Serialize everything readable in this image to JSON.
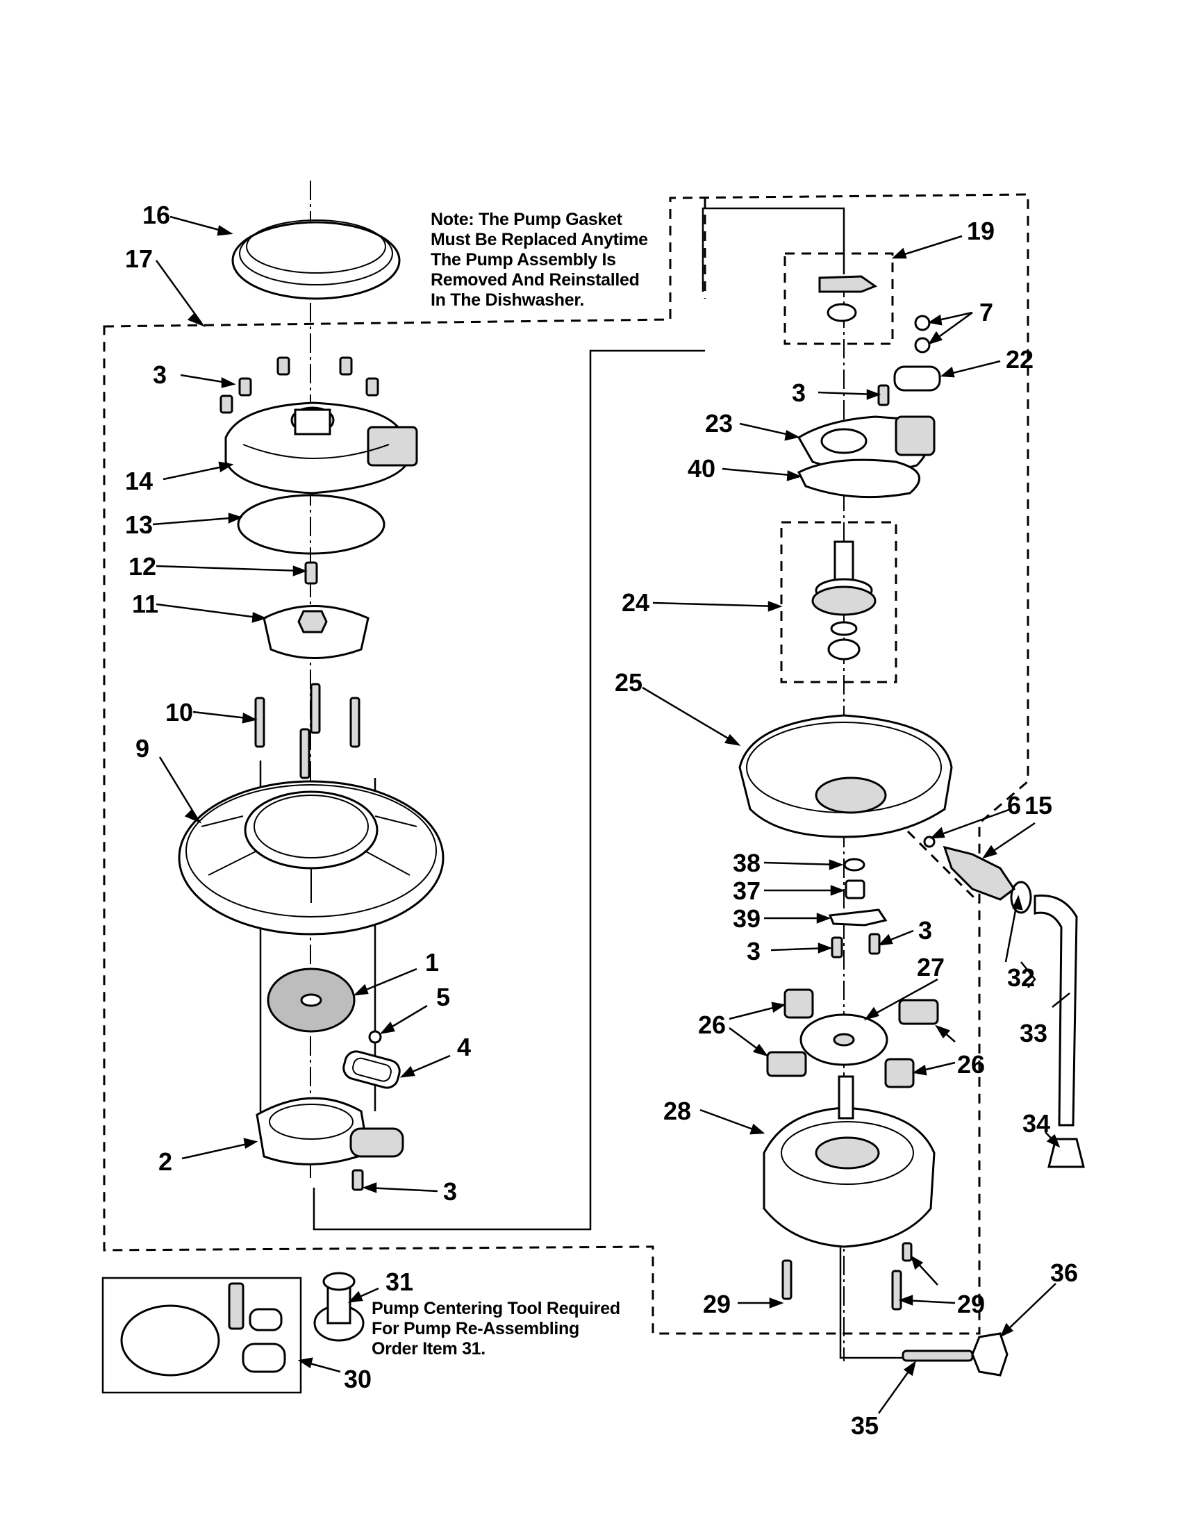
{
  "notes": {
    "gasket": [
      "Note: The Pump Gasket",
      "Must Be Replaced Anytime",
      "The Pump Assembly Is",
      "Removed And Reinstalled",
      "In The Dishwasher."
    ],
    "centering_tool": [
      "Pump Centering Tool Required",
      "For Pump Re-Assembling",
      "Order Item 31."
    ]
  },
  "callouts": {
    "c16": "16",
    "c17": "17",
    "c3a": "3",
    "c14": "14",
    "c13": "13",
    "c12": "12",
    "c11": "11",
    "c10": "10",
    "c9": "9",
    "c1": "1",
    "c5": "5",
    "c4": "4",
    "c2": "2",
    "c3b": "3",
    "c31": "31",
    "c30": "30",
    "c19": "19",
    "c7": "7",
    "c22": "22",
    "c3c": "3",
    "c23": "23",
    "c40": "40",
    "c24": "24",
    "c25": "25",
    "c6": "6",
    "c15": "15",
    "c38": "38",
    "c37": "37",
    "c39": "39",
    "c3d": "3",
    "c3e": "3",
    "c27": "27",
    "c26a": "26",
    "c26b": "26",
    "c26c": "26",
    "c32": "32",
    "c33": "33",
    "c28": "28",
    "c34": "34",
    "c29a": "29",
    "c29b": "29",
    "c36": "36",
    "c35": "35"
  }
}
